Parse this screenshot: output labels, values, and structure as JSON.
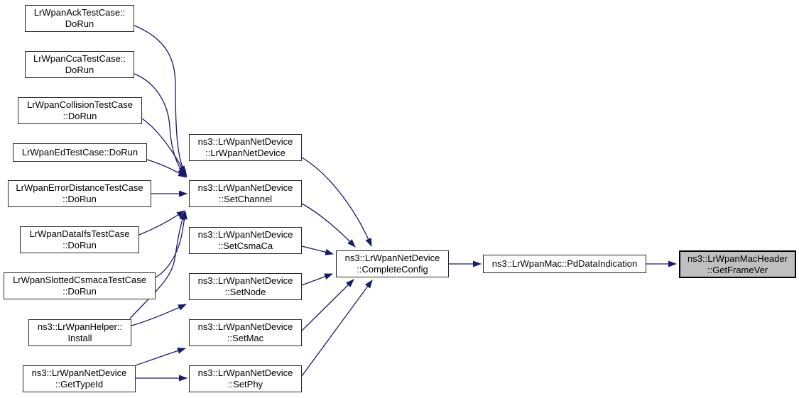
{
  "diagram_type": "doxygen-call-graph",
  "colors": {
    "edge": "#191970",
    "node_fill": "#ffffff",
    "node_border": "#2a2a2a",
    "highlight_fill": "#bfbfbf",
    "highlight_border": "#000000",
    "text": "#000000",
    "background": "#ffffff"
  },
  "graph": {
    "nodes": {
      "ack": {
        "line1": "LrWpanAckTestCase::",
        "line2": "DoRun"
      },
      "cca": {
        "line1": "LrWpanCcaTestCase::",
        "line2": "DoRun"
      },
      "collision": {
        "line1": "LrWpanCollisionTestCase",
        "line2": "::DoRun"
      },
      "ed": {
        "line1": "LrWpanEdTestCase::DoRun"
      },
      "errorDistance": {
        "line1": "LrWpanErrorDistanceTestCase",
        "line2": "::DoRun"
      },
      "dataIfs": {
        "line1": "LrWpanDataIfsTestCase",
        "line2": "::DoRun"
      },
      "slottedCsmaca": {
        "line1": "LrWpanSlottedCsmacaTestCase",
        "line2": "::DoRun"
      },
      "helperInstall": {
        "line1": "ns3::LrWpanHelper::",
        "line2": "Install"
      },
      "getTypeId": {
        "line1": "ns3::LrWpanNetDevice",
        "line2": "::GetTypeId"
      },
      "ctor": {
        "line1": "ns3::LrWpanNetDevice",
        "line2": "::LrWpanNetDevice"
      },
      "setChannel": {
        "line1": "ns3::LrWpanNetDevice",
        "line2": "::SetChannel"
      },
      "setCsmaCa": {
        "line1": "ns3::LrWpanNetDevice",
        "line2": "::SetCsmaCa"
      },
      "setNode": {
        "line1": "ns3::LrWpanNetDevice",
        "line2": "::SetNode"
      },
      "setMac": {
        "line1": "ns3::LrWpanNetDevice",
        "line2": "::SetMac"
      },
      "setPhy": {
        "line1": "ns3::LrWpanNetDevice",
        "line2": "::SetPhy"
      },
      "completeConfig": {
        "line1": "ns3::LrWpanNetDevice",
        "line2": "::CompleteConfig"
      },
      "pdDataIndication": {
        "line1": "ns3::LrWpanMac::PdDataIndication"
      },
      "getFrameVer": {
        "line1": "ns3::LrWpanMacHeader",
        "line2": "::GetFrameVer"
      }
    },
    "edges": [
      {
        "from": "ack",
        "to": "setChannel"
      },
      {
        "from": "cca",
        "to": "setChannel"
      },
      {
        "from": "collision",
        "to": "setChannel"
      },
      {
        "from": "ed",
        "to": "setChannel"
      },
      {
        "from": "errorDistance",
        "to": "setChannel"
      },
      {
        "from": "dataIfs",
        "to": "setChannel"
      },
      {
        "from": "slottedCsmaca",
        "to": "setChannel"
      },
      {
        "from": "helperInstall",
        "to": "setChannel"
      },
      {
        "from": "helperInstall",
        "to": "setNode"
      },
      {
        "from": "getTypeId",
        "to": "setMac"
      },
      {
        "from": "getTypeId",
        "to": "setPhy"
      },
      {
        "from": "ctor",
        "to": "completeConfig"
      },
      {
        "from": "setChannel",
        "to": "completeConfig"
      },
      {
        "from": "setCsmaCa",
        "to": "completeConfig"
      },
      {
        "from": "setNode",
        "to": "completeConfig"
      },
      {
        "from": "setMac",
        "to": "completeConfig"
      },
      {
        "from": "setPhy",
        "to": "completeConfig"
      },
      {
        "from": "completeConfig",
        "to": "pdDataIndication"
      },
      {
        "from": "pdDataIndication",
        "to": "getFrameVer"
      }
    ],
    "highlighted_node": "getFrameVer"
  }
}
